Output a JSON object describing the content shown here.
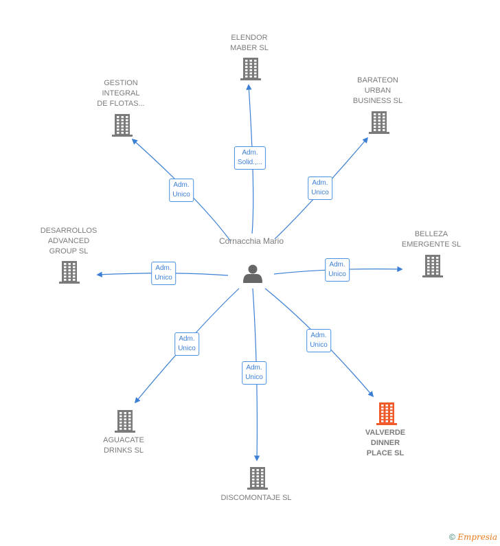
{
  "center": {
    "name_lines": [
      "Cornacchia",
      "Mario"
    ],
    "icon": "person-icon"
  },
  "nodes": [
    {
      "id": "elendor",
      "lines": [
        "ELENDOR",
        "MABER  SL"
      ],
      "icon": "building-icon",
      "color": "#7a7a7a",
      "edge_lines": [
        "Adm.",
        "Solid.,..."
      ]
    },
    {
      "id": "gestion",
      "lines": [
        "GESTION",
        "INTEGRAL",
        "DE FLOTAS..."
      ],
      "icon": "building-icon",
      "color": "#7a7a7a",
      "edge_lines": [
        "Adm.",
        "Unico"
      ]
    },
    {
      "id": "barateon",
      "lines": [
        "BARATEON",
        "URBAN",
        "BUSINESS  SL"
      ],
      "icon": "building-icon",
      "color": "#7a7a7a",
      "edge_lines": [
        "Adm.",
        "Unico"
      ]
    },
    {
      "id": "desarrollos",
      "lines": [
        "DESARROLLOS",
        "ADVANCED",
        "GROUP  SL"
      ],
      "icon": "building-icon",
      "color": "#7a7a7a",
      "edge_lines": [
        "Adm.",
        "Unico"
      ]
    },
    {
      "id": "belleza",
      "lines": [
        "BELLEZA",
        "EMERGENTE SL"
      ],
      "icon": "building-icon",
      "color": "#7a7a7a",
      "edge_lines": [
        "Adm.",
        "Unico"
      ]
    },
    {
      "id": "aguacate",
      "lines": [
        "AGUACATE",
        "DRINKS  SL"
      ],
      "icon": "building-icon",
      "color": "#7a7a7a",
      "edge_lines": [
        "Adm.",
        "Unico"
      ]
    },
    {
      "id": "discomontaje",
      "lines": [
        "DISCOMONTAJE SL"
      ],
      "icon": "building-icon",
      "color": "#7a7a7a",
      "edge_lines": [
        "Adm.",
        "Unico"
      ]
    },
    {
      "id": "valverde",
      "lines": [
        "VALVERDE",
        "DINNER",
        "PLACE  SL"
      ],
      "icon": "building-icon",
      "color": "#f05a28",
      "highlight": true,
      "edge_lines": [
        "Adm.",
        "Unico"
      ]
    }
  ],
  "colors": {
    "edge": "#3b7fd4",
    "building": "#7a7a7a",
    "highlight": "#f05a28",
    "person": "#666666"
  },
  "footer": {
    "copyright": "©",
    "brand": "Empresia"
  }
}
